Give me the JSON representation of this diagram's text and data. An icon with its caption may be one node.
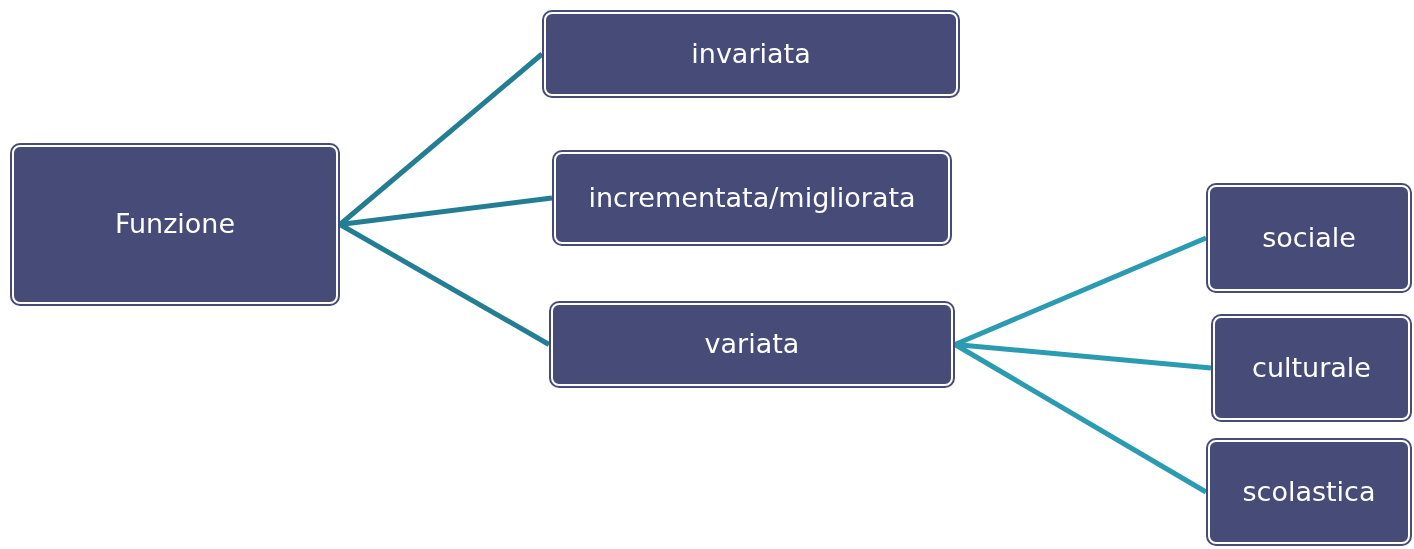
{
  "diagram": {
    "nodes": [
      {
        "text": [
          "Funzione"
        ]
      },
      {
        "text": [
          "invariata"
        ]
      },
      {
        "text": [
          "incrementata/migliorata"
        ]
      },
      {
        "text": [
          "variata"
        ]
      },
      {
        "text": [
          "sociale"
        ]
      },
      {
        "text": [
          "culturale"
        ]
      },
      {
        "text": [
          "scolastica"
        ]
      }
    ],
    "edges": [
      {
        "from": 0,
        "to": 1,
        "arrow": "none",
        "color": "#237e94"
      },
      {
        "from": 0,
        "to": 2,
        "arrow": "none",
        "color": "#237e94"
      },
      {
        "from": 0,
        "to": 3,
        "arrow": "none",
        "color": "#237e94"
      },
      {
        "from": 3,
        "to": 4,
        "arrow": "none",
        "color": "#2b9bb1"
      },
      {
        "from": 3,
        "to": 5,
        "arrow": "none",
        "color": "#2b9bb1"
      },
      {
        "from": 3,
        "to": 6,
        "arrow": "none",
        "color": "#2b9bb1"
      }
    ]
  }
}
